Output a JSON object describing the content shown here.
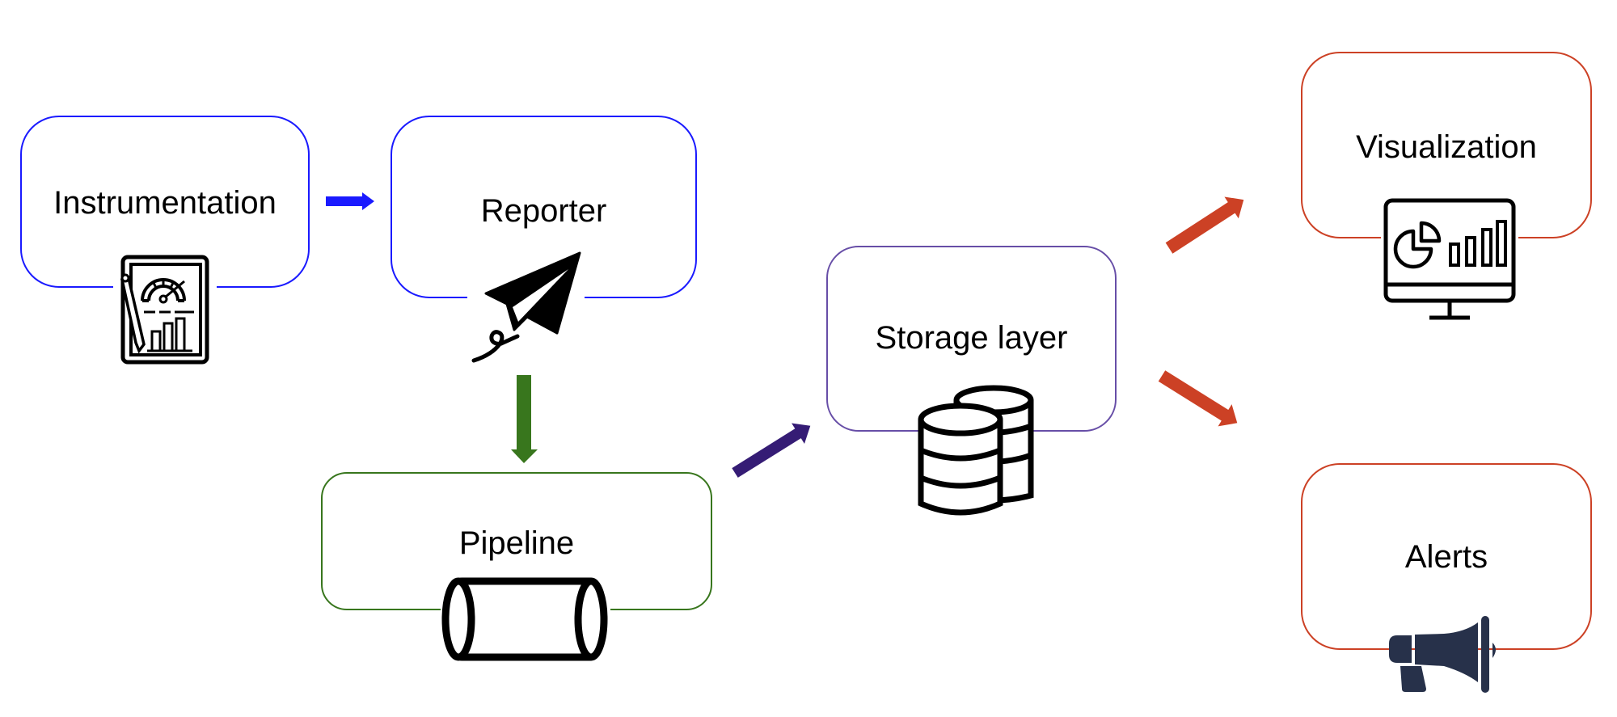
{
  "diagram": {
    "title": "",
    "nodes": [
      {
        "id": "instrumentation",
        "label": "Instrumentation",
        "icon": "dashboard-report-icon",
        "color": "#1a1aff"
      },
      {
        "id": "reporter",
        "label": "Reporter",
        "icon": "paper-plane-icon",
        "color": "#1a1aff"
      },
      {
        "id": "pipeline",
        "label": "Pipeline",
        "icon": "pipe-icon",
        "color": "#38761d"
      },
      {
        "id": "storage",
        "label": "Storage layer",
        "icon": "database-icon",
        "color": "#674ea7"
      },
      {
        "id": "visualization",
        "label": "Visualization",
        "icon": "monitor-chart-icon",
        "color": "#cc4125"
      },
      {
        "id": "alerts",
        "label": "Alerts",
        "icon": "megaphone-icon",
        "color": "#cc4125"
      }
    ],
    "edges": [
      {
        "from": "instrumentation",
        "to": "reporter",
        "color": "#1a1aff"
      },
      {
        "from": "reporter",
        "to": "pipeline",
        "color": "#38761d"
      },
      {
        "from": "pipeline",
        "to": "storage",
        "color": "#351c75"
      },
      {
        "from": "storage",
        "to": "visualization",
        "color": "#cc4125"
      },
      {
        "from": "storage",
        "to": "alerts",
        "color": "#cc4125"
      }
    ],
    "icon_colors": {
      "default": "#000000",
      "megaphone": "#27314a"
    }
  }
}
